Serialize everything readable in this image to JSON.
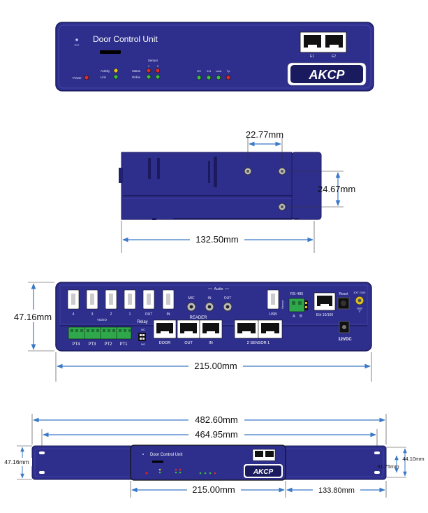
{
  "front_panel": {
    "title": "Door Control Unit",
    "power_label": "Power",
    "activity_label": "Activity",
    "link_label": "Link",
    "sensor_label": "Sensor",
    "sensor_ch1": "1",
    "sensor_ch2": "2",
    "status_label": "Status",
    "online_label": "Online",
    "led_labels": [
      "DS",
      "Ext",
      "Lock",
      "Tp"
    ],
    "eth_labels": [
      "E1",
      "E2"
    ],
    "brand": "AKCP"
  },
  "side_view": {
    "dim_top": "22.77mm",
    "dim_right": "24.67mm",
    "dim_bottom": "132.50mm"
  },
  "rear_panel": {
    "video_numbers": [
      "4",
      "3",
      "2",
      "1"
    ],
    "video_label": "VIDEO",
    "out_label": "OUT",
    "in_label": "IN",
    "audio_label": "Audio",
    "mic_label": "MIC",
    "audio_in": "IN",
    "audio_out": "OUT",
    "usb_label": "USB",
    "rs485_label": "RS-485",
    "rs_a": "A",
    "rs_b": "B",
    "eth_label": "Eth 10/100",
    "reset_label": "Reset",
    "ext_gnd_label": "EXT GND",
    "power_label": "12VDC",
    "pt_labels": [
      "PT4",
      "PT3",
      "PT2",
      "PT1"
    ],
    "relay_label": "Relay",
    "nc_label": "NC",
    "no_label": "NO",
    "reader_label": "READER",
    "door_label": "DOOR",
    "reader_out": "OUT",
    "reader_in": "IN",
    "sensor_label": "2 SENSOR 1",
    "dim_height": "47.16mm",
    "dim_width": "215.00mm",
    "vert_text": "Sensor"
  },
  "rack_view": {
    "dim_total": "482.60mm",
    "dim_inner": "464.95mm",
    "dim_left_height": "47.16mm",
    "dim_right_a": "44.10mm",
    "dim_right_b": "31.75mm",
    "dim_unit_width": "215.00mm",
    "dim_offset": "133.80mm",
    "title": "Door Control Unit",
    "brand": "AKCP"
  },
  "colors": {
    "chassis": "#2e2f8c",
    "chassis_dark": "#1f2070",
    "led_green": "#3bbf3b",
    "led_red": "#e02828",
    "led_yellow": "#e0c020",
    "terminal_green": "#2ea84a",
    "dim_line": "#3a78c8"
  }
}
